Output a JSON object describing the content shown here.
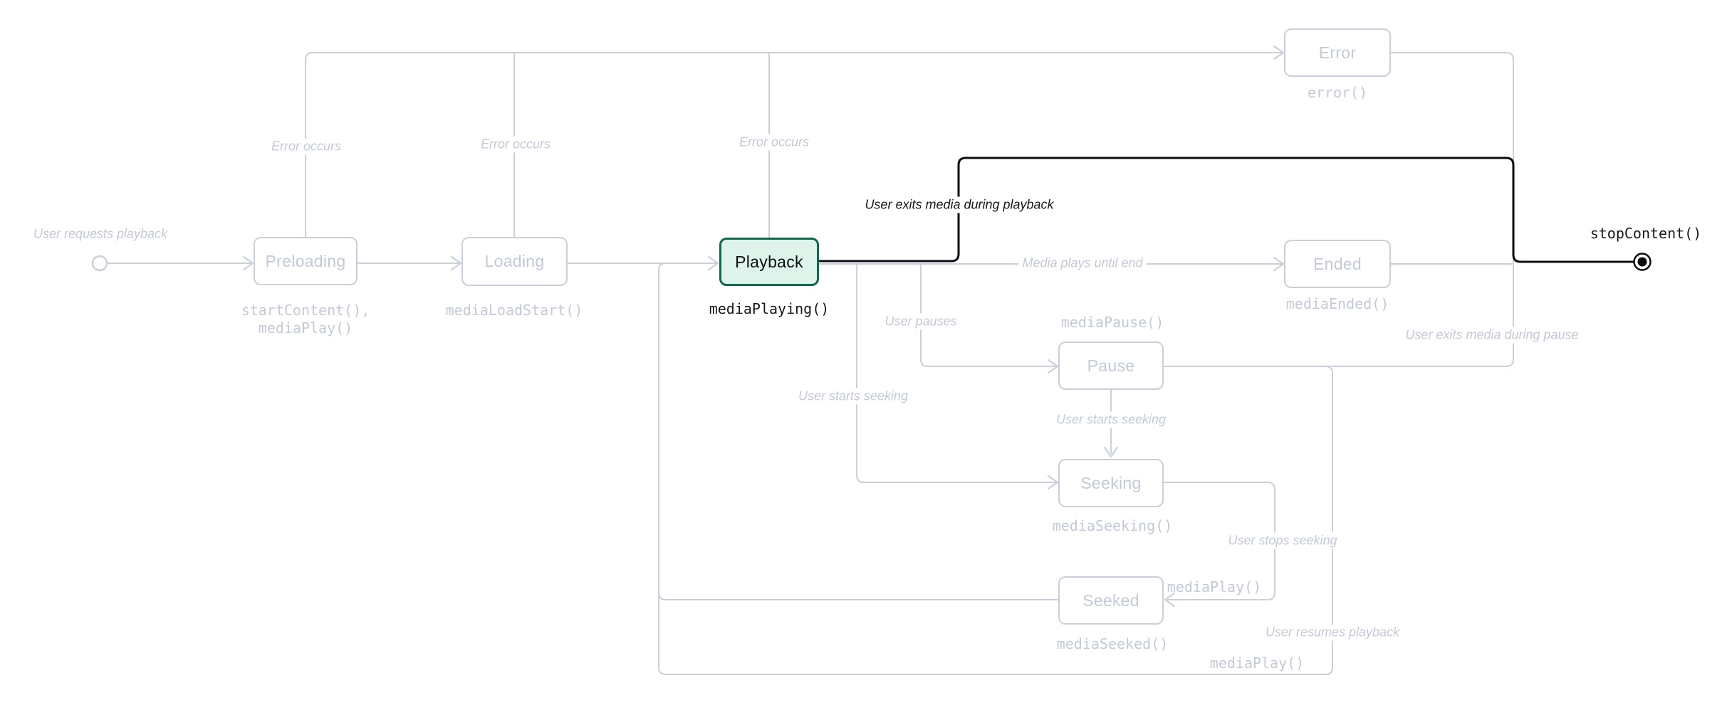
{
  "diagram": {
    "title_hint": "media playback state diagram",
    "colors": {
      "line_gray": "#c9cfdb",
      "text_gray": "#c2c9d7",
      "text_dark": "#15171c",
      "highlight_fill": "#def3ea",
      "highlight_border": "#10684f",
      "highlight_path": "#0c0d10"
    },
    "states": [
      {
        "id": "preloading",
        "label": "Preloading",
        "events": [
          "startContent(),",
          "mediaPlay()"
        ]
      },
      {
        "id": "loading",
        "label": "Loading",
        "events": [
          "mediaLoadStart()"
        ]
      },
      {
        "id": "playback",
        "label": "Playback",
        "events": [
          "mediaPlaying()"
        ],
        "highlighted": true
      },
      {
        "id": "error",
        "label": "Error",
        "events": [
          "error()"
        ]
      },
      {
        "id": "ended",
        "label": "Ended",
        "events": [
          "mediaEnded()"
        ]
      },
      {
        "id": "pause",
        "label": "Pause",
        "events": [
          "mediaPause()"
        ]
      },
      {
        "id": "seeking",
        "label": "Seeking",
        "events": [
          "mediaSeeking()"
        ]
      },
      {
        "id": "seeked",
        "label": "Seeked",
        "events": [
          "mediaSeeked()"
        ]
      }
    ],
    "edge_labels": {
      "user_requests_playback": "User requests playback",
      "error_occurs": "Error occurs",
      "media_plays_until_end": "Media plays until end",
      "user_pauses": "User pauses",
      "user_starts_seeking": "User starts seeking",
      "user_stops_seeking": "User stops seeking",
      "user_resumes_playback": "User resumes playback",
      "user_exits_during_playback": "User exits media during playback",
      "user_exits_during_pause": "User exits media during pause",
      "media_play_fn": "mediaPlay()",
      "stop_content_fn": "stopContent()"
    }
  }
}
